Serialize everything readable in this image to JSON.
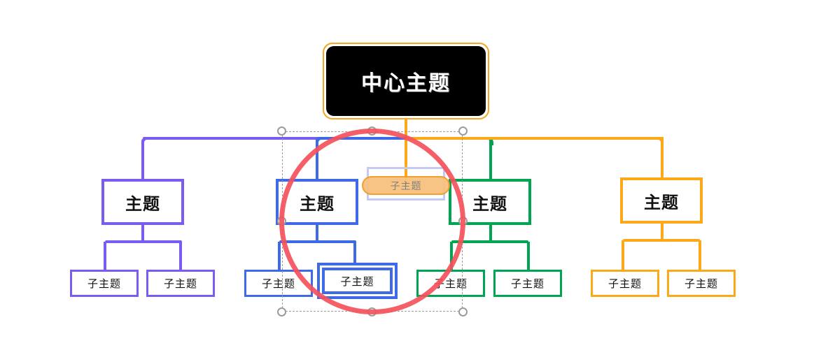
{
  "app": {
    "kind": "mind-map-editor",
    "canvas_background": "#ffffff"
  },
  "colors": {
    "purple": "#7B5CF0",
    "blue": "#3E6AE8",
    "green": "#00A551",
    "orange": "#FBA919",
    "central_fill": "#000000",
    "central_text": "#ffffff",
    "selection_accent": "#F5A524",
    "annotation_red": "#F4515B",
    "ghost_pill_fill": "#F7C180",
    "ghost_pill_border": "#F39A22",
    "ghost_rect_border": "#C3CBF4",
    "handle_border": "#9b9b9b",
    "node_text": "#111111"
  },
  "central_node": {
    "label": "中心主题",
    "selected": true
  },
  "branches": [
    {
      "id": "branch-1",
      "color_key": "purple",
      "topic": {
        "label": "主题"
      },
      "children": [
        {
          "label": "子主题"
        },
        {
          "label": "子主题"
        }
      ]
    },
    {
      "id": "branch-2",
      "color_key": "blue",
      "topic": {
        "label": "主题"
      },
      "children": [
        {
          "label": "子主题",
          "selected": false
        },
        {
          "label": "子主题",
          "selected": true
        }
      ]
    },
    {
      "id": "branch-3",
      "color_key": "green",
      "topic": {
        "label": "主题"
      },
      "children": [
        {
          "label": "子主题"
        },
        {
          "label": "子主题"
        }
      ]
    },
    {
      "id": "branch-4",
      "color_key": "orange",
      "topic": {
        "label": "主题"
      },
      "children": [
        {
          "label": "子主题"
        },
        {
          "label": "子主题"
        }
      ]
    }
  ],
  "drag_ghost": {
    "label": "子主题",
    "shape": "pill",
    "attached_to": "central_node"
  },
  "selection": {
    "handle_count": 8,
    "style": "dashed-bounding-box"
  },
  "annotation": {
    "shape": "circle",
    "color": "#F4515B"
  }
}
